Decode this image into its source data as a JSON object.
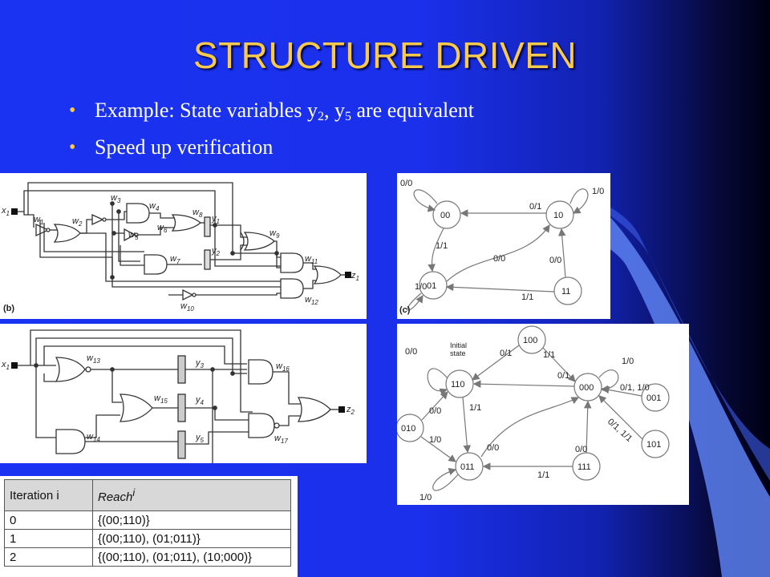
{
  "slide": {
    "title": "STRUCTURE DRIVEN",
    "bullets": [
      {
        "prefix": "Example: State variables y",
        "s1": "2",
        "mid": ", y",
        "s2": "5",
        "suffix": " are equivalent"
      },
      {
        "text": "Speed up verification"
      }
    ]
  },
  "colors": {
    "accent": "#f7c94c",
    "background": "#1a32f2"
  },
  "circuit_b": {
    "panel_label": "(b)",
    "input": "x",
    "input_sub": "1",
    "output": "z",
    "output_sub": "1",
    "wires": [
      {
        "n": "w",
        "s": "1"
      },
      {
        "n": "w",
        "s": "2"
      },
      {
        "n": "w",
        "s": "3"
      },
      {
        "n": "w",
        "s": "4"
      },
      {
        "n": "w",
        "s": "5"
      },
      {
        "n": "w",
        "s": "6"
      },
      {
        "n": "w",
        "s": "7"
      },
      {
        "n": "w",
        "s": "8"
      },
      {
        "n": "w",
        "s": "9"
      },
      {
        "n": "w",
        "s": "10"
      },
      {
        "n": "w",
        "s": "11"
      },
      {
        "n": "w",
        "s": "12"
      }
    ],
    "flops": [
      {
        "n": "y",
        "s": "1"
      },
      {
        "n": "y",
        "s": "2"
      }
    ]
  },
  "stg_c": {
    "panel_label": "(c)",
    "states": [
      "00",
      "10",
      "01",
      "11"
    ],
    "edges": [
      "0/0",
      "1/0",
      "0/1",
      "1/1",
      "0/0",
      "0/0",
      "1/0",
      "1/1"
    ]
  },
  "circuit_2": {
    "input": "x",
    "input_sub": "1",
    "output": "z",
    "output_sub": "2",
    "wires": [
      {
        "n": "w",
        "s": "13"
      },
      {
        "n": "w",
        "s": "14"
      },
      {
        "n": "w",
        "s": "15"
      },
      {
        "n": "w",
        "s": "16"
      },
      {
        "n": "w",
        "s": "17"
      }
    ],
    "flops": [
      {
        "n": "y",
        "s": "3"
      },
      {
        "n": "y",
        "s": "4"
      },
      {
        "n": "y",
        "s": "5"
      }
    ]
  },
  "stg_2": {
    "initial_label_1": "Initial",
    "initial_label_2": "state",
    "states": [
      "100",
      "110",
      "000",
      "001",
      "010",
      "101",
      "011",
      "111"
    ],
    "edges": [
      "0/0",
      "0/1",
      "1/1",
      "1/0",
      "0/1",
      "0/1, 1/0",
      "0/0",
      "1/1",
      "0/1, 1/1",
      "1/0",
      "0/0",
      "0/0",
      "1/1",
      "1/0"
    ]
  },
  "reach_table": {
    "header": {
      "col1": "Iteration i",
      "col2": "Reach",
      "col2_sup": "i"
    },
    "rows": [
      {
        "i": "0",
        "reach": "{(00;110)}"
      },
      {
        "i": "1",
        "reach": "{(00;110), (01;011)}"
      },
      {
        "i": "2",
        "reach": "{(00;110), (01;011), (10;000)}"
      }
    ]
  }
}
